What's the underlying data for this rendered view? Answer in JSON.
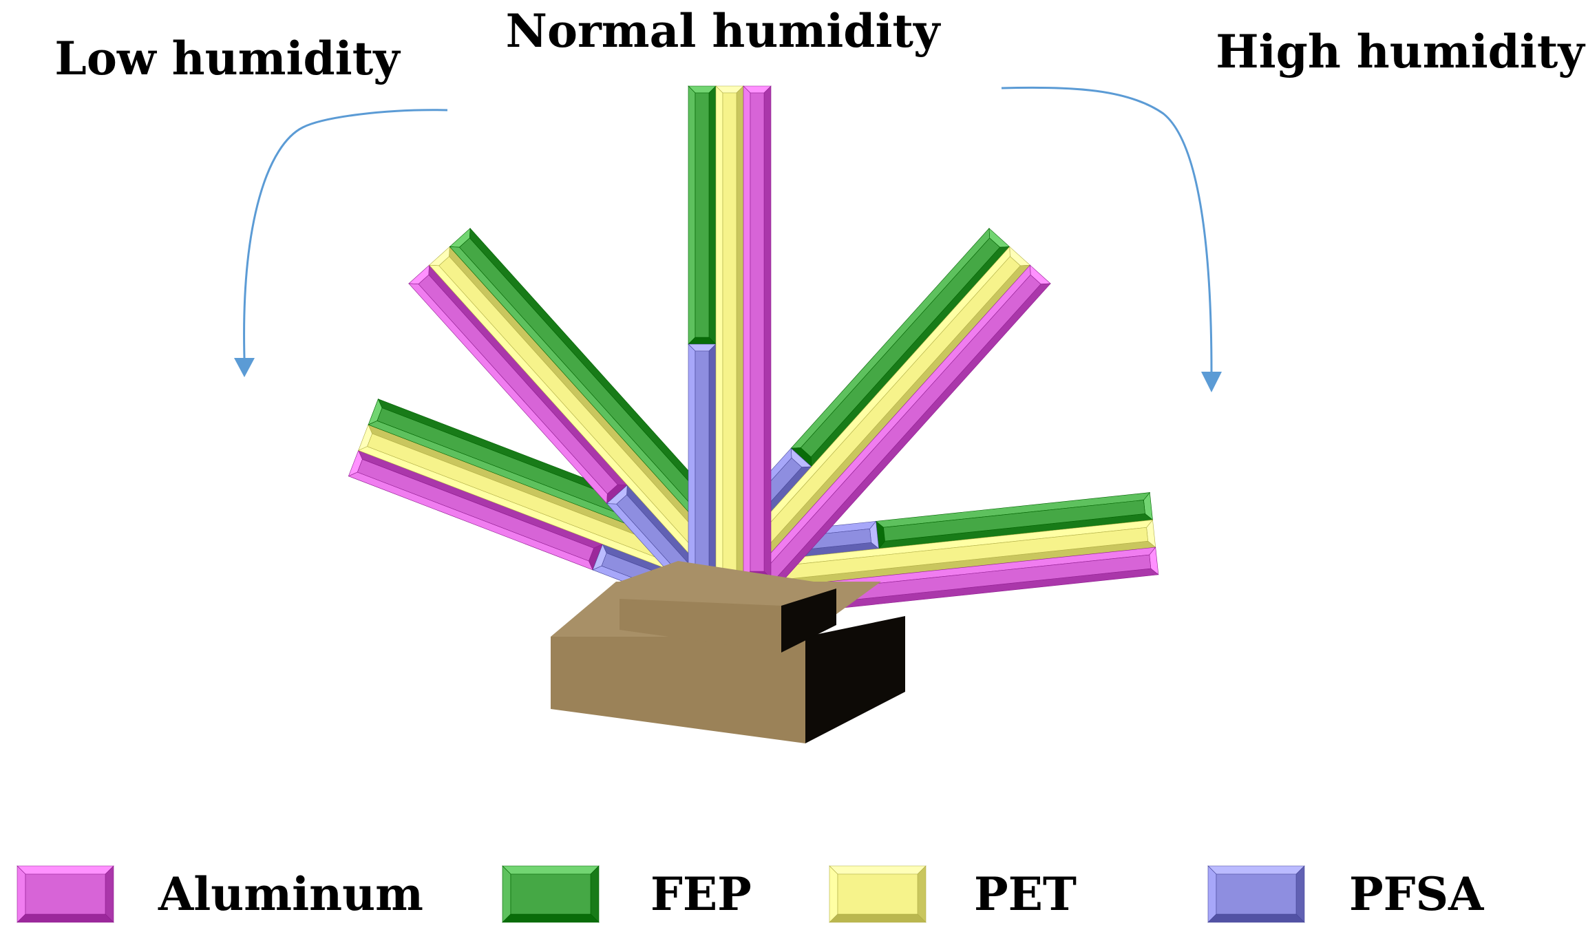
{
  "labels": {
    "low": "Low humidity",
    "normal": "Normal humidity",
    "high": "High humidity"
  },
  "legend": [
    {
      "label": "Aluminum",
      "material": "aluminum"
    },
    {
      "label": "FEP",
      "material": "fep"
    },
    {
      "label": "PET",
      "material": "pet"
    },
    {
      "label": "PFSA",
      "material": "pfsa"
    }
  ],
  "colors": {
    "aluminum": "#d764d7",
    "fep": "#45a845",
    "pet": "#f6f38b",
    "pfsa": "#8e8ee0",
    "base_top": "#a89067",
    "base_front": "#9b8258",
    "base_side": "#0d0a06",
    "arrow": "#5b9bd5"
  },
  "states": [
    {
      "state": "low",
      "layers": [
        "aluminum",
        "pet",
        "fep"
      ],
      "has_pfsa_segment": true
    },
    {
      "state": "low",
      "layers": [
        "aluminum",
        "pet",
        "fep"
      ],
      "has_pfsa_segment": true
    },
    {
      "state": "normal",
      "layers": [
        "fep",
        "pet",
        "aluminum"
      ],
      "has_pfsa_segment": true
    },
    {
      "state": "high",
      "layers": [
        "fep",
        "pet",
        "aluminum"
      ],
      "has_pfsa_segment": true
    },
    {
      "state": "high",
      "layers": [
        "fep",
        "pet",
        "aluminum"
      ],
      "has_pfsa_segment": true
    }
  ]
}
